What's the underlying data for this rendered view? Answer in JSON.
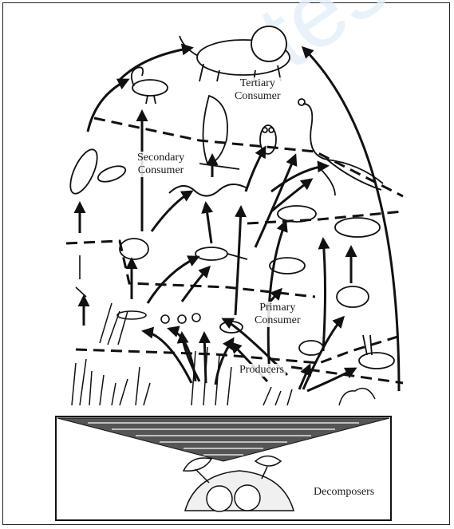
{
  "labels": {
    "tertiary_line1": "Tertiary",
    "tertiary_line2": "Consumer",
    "secondary_line1": "Secondary",
    "secondary_line2": "Consumer",
    "primary_line1": "Primary",
    "primary_line2": "Consumer",
    "producers": "Producers",
    "decomposers": "Decomposers"
  },
  "watermark_text": "testpr",
  "colors": {
    "ink": "#111111",
    "watermark": "#dce9f7"
  }
}
